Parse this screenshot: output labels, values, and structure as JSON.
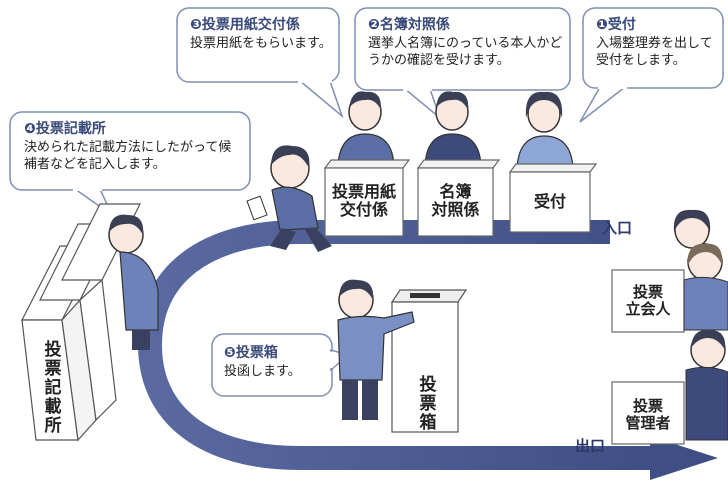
{
  "bubbles": {
    "reception": {
      "title": "❶受付",
      "text": "入場整理券を出して受付をします。"
    },
    "register": {
      "title": "❷名簿対照係",
      "text": "選挙人名簿にのっている本人かどうかの確認を受けます。"
    },
    "ballot": {
      "title": "❸投票用紙交付係",
      "text": "投票用紙をもらいます。"
    },
    "booth": {
      "title": "❹投票記載所",
      "text": "決められた記載方法にしたがって候補者などを記入します。"
    },
    "box": {
      "title": "❺投票箱",
      "text": "投函します。"
    }
  },
  "desks": {
    "ballot_label": "投票用紙\n交付係",
    "register_label": "名簿\n対照係",
    "reception_label": "受付",
    "witness_label": "投票\n立会人",
    "manager_label": "投票\n管理者"
  },
  "booth_label": "投票記載所",
  "box_label": "投票箱",
  "entrance": "入口",
  "exit": "出口",
  "colors": {
    "arrow": "#4a5a90",
    "bubble_border": "#7f8fb5",
    "desk_border": "#666666"
  }
}
